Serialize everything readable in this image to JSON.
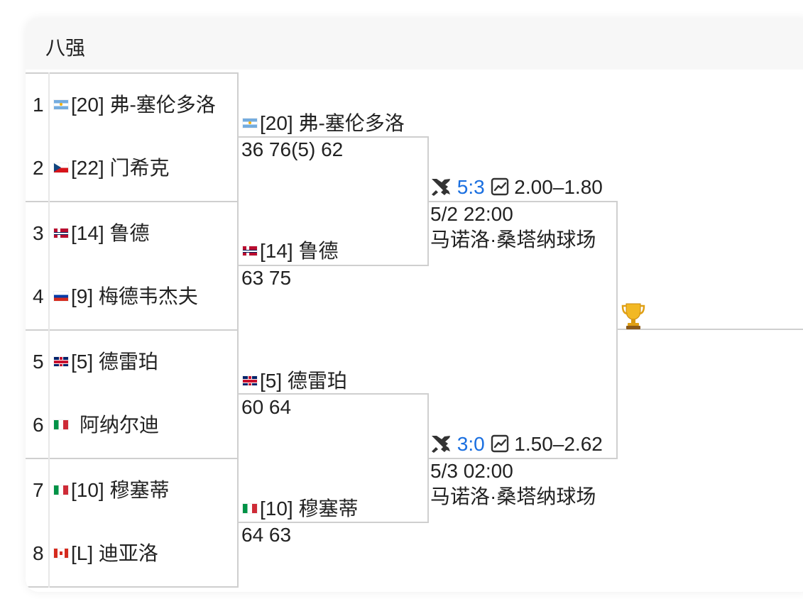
{
  "header": {
    "title": "八强"
  },
  "round1": {
    "players": [
      {
        "seed_num": "1",
        "flag": "arg",
        "name": "[20] 弗-塞伦多洛"
      },
      {
        "seed_num": "2",
        "flag": "cze",
        "name": "[22] 门希克"
      },
      {
        "seed_num": "3",
        "flag": "nor",
        "name": "[14] 鲁德"
      },
      {
        "seed_num": "4",
        "flag": "rus",
        "name": "[9] 梅德韦杰夫"
      },
      {
        "seed_num": "5",
        "flag": "gbr",
        "name": "[5] 德雷珀"
      },
      {
        "seed_num": "6",
        "flag": "ita",
        "name": "阿纳尔迪"
      },
      {
        "seed_num": "7",
        "flag": "ita",
        "name": "[10] 穆塞蒂"
      },
      {
        "seed_num": "8",
        "flag": "can",
        "name": "[L] 迪亚洛"
      }
    ]
  },
  "round2": {
    "winners": [
      {
        "flag": "arg",
        "name": "[20] 弗-塞伦多洛",
        "score": "36 76(5) 62"
      },
      {
        "flag": "nor",
        "name": "[14] 鲁德",
        "score": "63 75"
      },
      {
        "flag": "gbr",
        "name": "[5] 德雷珀",
        "score": "60 64"
      },
      {
        "flag": "ita",
        "name": "[10] 穆塞蒂",
        "score": "64 63"
      }
    ]
  },
  "semis": [
    {
      "h2h": "5:3",
      "odds": "2.00–1.80",
      "time": "5/2 22:00",
      "venue": "马诺洛·桑塔纳球场"
    },
    {
      "h2h": "3:0",
      "odds": "1.50–2.62",
      "time": "5/3 02:00",
      "venue": "马诺洛·桑塔纳球场"
    }
  ],
  "icons": {
    "h2h": "swords-icon",
    "odds": "trend-chart-icon",
    "final": "trophy-icon"
  },
  "colors": {
    "score_link": "#1a6fe0",
    "line": "#cfcfcf",
    "header_bg": "#f7f7f7"
  }
}
